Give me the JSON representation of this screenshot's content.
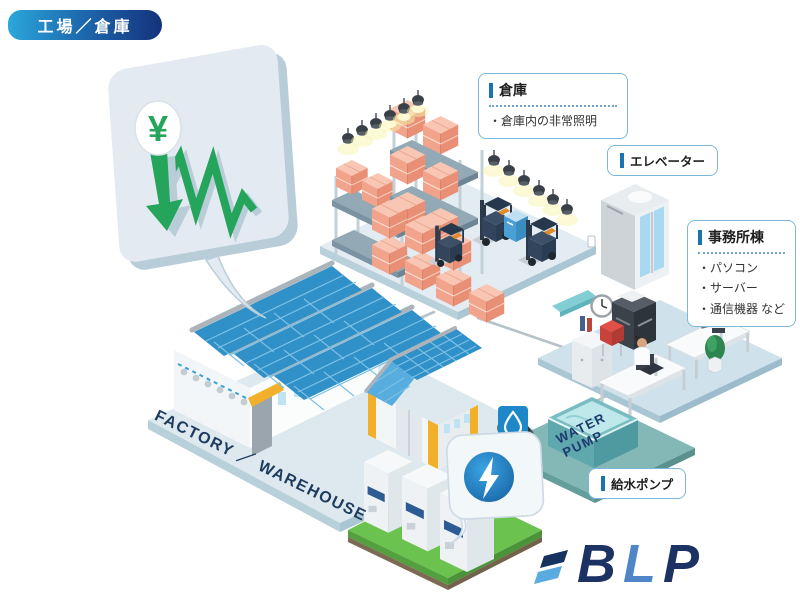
{
  "header": {
    "title": "工場／倉庫"
  },
  "callouts": {
    "warehouse": {
      "title": "倉庫",
      "items": [
        "・倉庫内の非常照明"
      ]
    },
    "elevator": {
      "title": "エレベーター"
    },
    "office": {
      "title": "事務所棟",
      "items": [
        "・パソコン",
        "・サーバー",
        "・通信機器 など"
      ]
    },
    "pump": {
      "title": "給水ポンプ"
    }
  },
  "scene": {
    "factory_platform_label": "FACTORY ／ WAREHOUSE",
    "water_pump_label_line1": "WATER",
    "water_pump_label_line2": "PUMP",
    "yen_symbol": "¥"
  },
  "logo": {
    "letter_b": "B",
    "letter_l": "L",
    "letter_p": "P"
  },
  "icons": {
    "yen-circle-icon": "¥",
    "cost-down-arrow-icon": "↓",
    "power-pulse-icon": "zigzag",
    "lightning-icon": "bolt",
    "water-droplet-icon": "droplet",
    "emergency-lamp-icon": "lamp"
  },
  "colors": {
    "accent_blue": "#1a75ae",
    "callout_border": "#7db8da",
    "green": "#25a55b",
    "navy_text": "#1d3c5e",
    "platform_top": "#e2ecf2",
    "platform_edge": "#b7d0da",
    "pump_platform": "#83b8b6",
    "grass": "#6cc24f",
    "solar_blue": "#3090c8",
    "crate_salmon": "#f2a38c",
    "badge_gradient_start": "#2aa7db",
    "badge_gradient_end": "#14327c",
    "logo_navy": "#1b3262",
    "logo_light_blue": "#4e86c8"
  }
}
